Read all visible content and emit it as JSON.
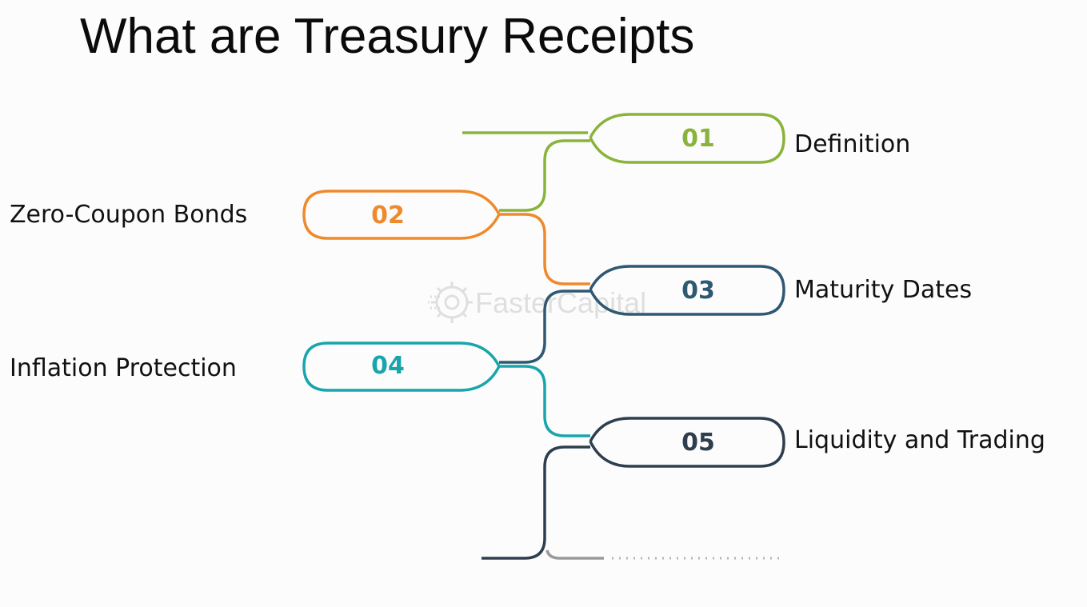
{
  "title": "What are Treasury Receipts",
  "steps": [
    {
      "number": "01",
      "label": "Definition",
      "color": "#8ab33b"
    },
    {
      "number": "02",
      "label": "Zero-Coupon Bonds",
      "color": "#ee8a2c"
    },
    {
      "number": "03",
      "label": "Maturity Dates",
      "color": "#2f5873"
    },
    {
      "number": "04",
      "label": "Inflation Protection",
      "color": "#18a5ac"
    },
    {
      "number": "05",
      "label": "Liquidity and Trading",
      "color": "#2e3e4e"
    }
  ],
  "watermark": {
    "text": "FasterCapital",
    "color": "#c9c9c9"
  },
  "colors": {
    "tail_gray": "#9a9a9a"
  }
}
